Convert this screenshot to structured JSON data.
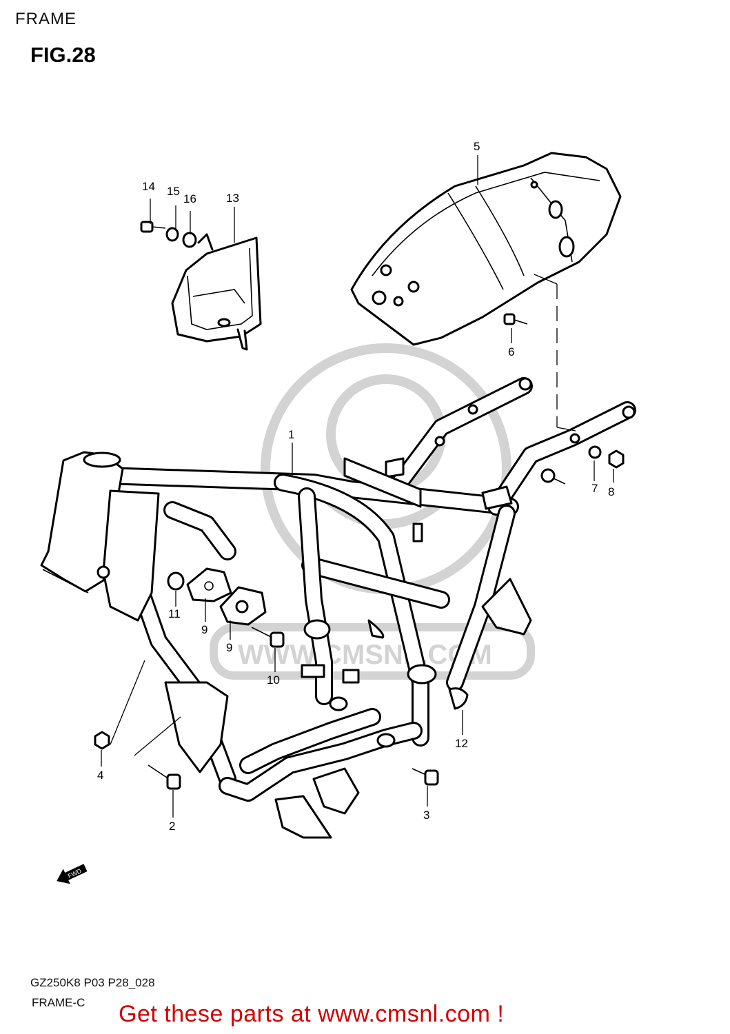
{
  "header": {
    "section": "FRAME",
    "figure": "FIG.28"
  },
  "callouts": {
    "c1": "1",
    "c2": "2",
    "c3": "3",
    "c4": "4",
    "c5": "5",
    "c6": "6",
    "c7": "7",
    "c8": "8",
    "c9a": "9",
    "c9b": "9",
    "c10": "10",
    "c11": "11",
    "c12": "12",
    "c13": "13",
    "c14": "14",
    "c15": "15",
    "c16": "16"
  },
  "fwd_label": "FWD",
  "watermark": {
    "text": "WWW.CMSNL.COM"
  },
  "footer": {
    "model_code": "GZ250K8 P03 P28_028",
    "frame_code": "FRAME-C",
    "cta": "Get these parts at www.cmsnl.com !"
  },
  "colors": {
    "cta": "#d40000",
    "watermark": "#d3d3d3",
    "line": "#000000"
  }
}
